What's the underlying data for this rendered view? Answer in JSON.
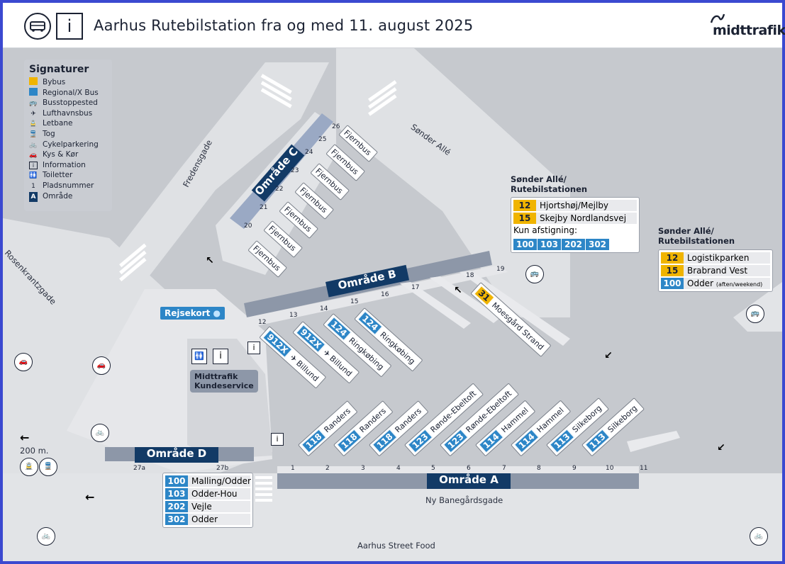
{
  "header": {
    "title": "Aarhus Rutebilstation fra og med 11. august 2025",
    "info_glyph": "i",
    "brand": "midttrafik",
    "bus_icon": "bus-icon",
    "info_icon": "info-icon"
  },
  "colors": {
    "bybus": "#f0b400",
    "regional": "#2d86c7",
    "area": "#123a66",
    "frame": "#3b49d0",
    "ground": "#c6c9ce",
    "road": "#e2e4e7"
  },
  "legend": {
    "title": "Signaturer",
    "items": [
      {
        "label": "Bybus",
        "icon": "bybus-swatch"
      },
      {
        "label": "Regional/X Bus",
        "icon": "regional-swatch"
      },
      {
        "label": "Busstoppested",
        "icon": "bus-stop-icon"
      },
      {
        "label": "Lufthavnsbus",
        "icon": "airport-bus-icon"
      },
      {
        "label": "Letbane",
        "icon": "light-rail-icon"
      },
      {
        "label": "Tog",
        "icon": "train-icon"
      },
      {
        "label": "Cykelparkering",
        "icon": "bicycle-icon"
      },
      {
        "label": "Kys & Kør",
        "icon": "car-icon"
      },
      {
        "label": "Information",
        "icon": "info-icon"
      },
      {
        "label": "Toiletter",
        "icon": "toilet-icon"
      },
      {
        "label": "Pladsnummer",
        "glyph": "1"
      },
      {
        "label": "Område",
        "glyph": "A"
      }
    ]
  },
  "areas": {
    "a": "Område A",
    "b": "Område B",
    "c": "Område C",
    "d": "Område D"
  },
  "streets": {
    "fredensgade": "Fredensgade",
    "rosenkrantzgade": "Rosenkrantzgade",
    "sonder_alle": "Sønder Allé",
    "ny_banegaardsgade": "Ny Banegårdsgade",
    "street_food": "Aarhus Street Food",
    "distance": "200 m."
  },
  "service": {
    "rejsekort": "Rejsekort",
    "kundeservice_1": "Midttrafik",
    "kundeservice_2": "Kundeservice",
    "info_glyph": "i"
  },
  "stop_sonder_1": {
    "title_1": "Sønder Allé/",
    "title_2": "Rutebilstationen",
    "routes": [
      {
        "num": "12",
        "dest": "Hjortshøj/Mejlby",
        "type": "bybus"
      },
      {
        "num": "15",
        "dest": "Skejby Nordlandsvej",
        "type": "bybus"
      }
    ],
    "alight_label": "Kun afstigning:",
    "alight_routes": [
      "100",
      "103",
      "202",
      "302"
    ]
  },
  "stop_sonder_2": {
    "title_1": "Sønder Allé/",
    "title_2": "Rutebilstationen",
    "routes": [
      {
        "num": "12",
        "dest": "Logistikparken",
        "type": "bybus"
      },
      {
        "num": "15",
        "dest": "Brabrand Vest",
        "type": "bybus"
      },
      {
        "num": "100",
        "dest": "Odder",
        "note": "(aften/weekend)",
        "type": "regional"
      }
    ]
  },
  "stop_d": {
    "routes": [
      {
        "num": "100",
        "dest": "Malling/Odder"
      },
      {
        "num": "103",
        "dest": "Odder-Hou"
      },
      {
        "num": "202",
        "dest": "Vejle"
      },
      {
        "num": "302",
        "dest": "Odder"
      }
    ],
    "bays": [
      "27a",
      "27b"
    ]
  },
  "area_a_bays": [
    {
      "bay": "1",
      "num": "118",
      "dest": "Randers"
    },
    {
      "bay": "2",
      "num": "118",
      "dest": "Randers"
    },
    {
      "bay": "3",
      "num": "118",
      "dest": "Randers"
    },
    {
      "bay": "4",
      "num": "123",
      "dest": "Rønde-Ebeltoft"
    },
    {
      "bay": "5",
      "num": "123",
      "dest": "Rønde-Ebeltoft"
    },
    {
      "bay": "6",
      "num": "114",
      "dest": "Hammel"
    },
    {
      "bay": "7",
      "num": "114",
      "dest": "Hammel"
    },
    {
      "bay": "8",
      "num": "113",
      "dest": "Silkeborg"
    },
    {
      "bay": "9",
      "num": "113",
      "dest": "Silkeborg"
    },
    {
      "bay": "10",
      "num": "",
      "dest": ""
    },
    {
      "bay": "11",
      "num": "",
      "dest": ""
    }
  ],
  "area_b_bays": [
    {
      "bay": "12",
      "num": "912X",
      "dest": "Billund",
      "airport": true
    },
    {
      "bay": "13",
      "num": "912X",
      "dest": "Billund",
      "airport": true
    },
    {
      "bay": "14",
      "num": "124",
      "dest": "Ringkøbing"
    },
    {
      "bay": "15",
      "num": "124",
      "dest": "Ringkøbing"
    },
    {
      "bay": "16",
      "num": "",
      "dest": ""
    },
    {
      "bay": "17",
      "num": "",
      "dest": ""
    },
    {
      "bay": "18",
      "num": "31",
      "dest": "Moesgård Strand",
      "bybus": true
    },
    {
      "bay": "19",
      "num": "",
      "dest": ""
    }
  ],
  "area_c_bays": [
    {
      "bay": "20",
      "dest": "Fjernbus"
    },
    {
      "bay": "21",
      "dest": "Fjernbus"
    },
    {
      "bay": "22",
      "dest": "Fjernbus"
    },
    {
      "bay": "23",
      "dest": "Fjernbus"
    },
    {
      "bay": "24",
      "dest": "Fjernbus"
    },
    {
      "bay": "25",
      "dest": "Fjernbus"
    },
    {
      "bay": "26",
      "dest": "Fjernbus"
    }
  ]
}
